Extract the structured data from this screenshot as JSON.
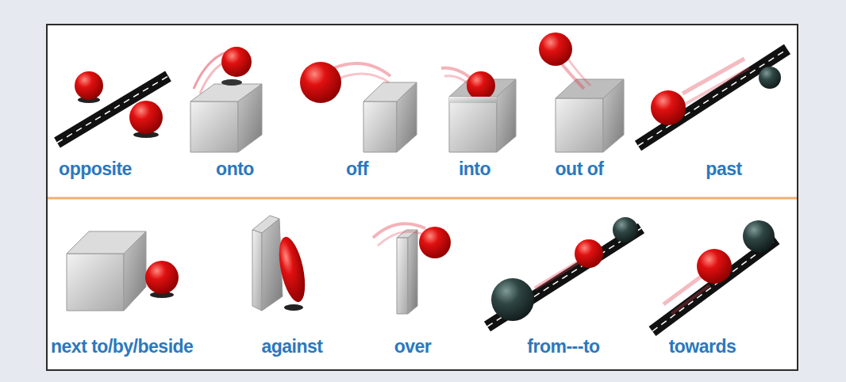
{
  "diagram": {
    "labels": [
      "opposite",
      "onto",
      "off",
      "into",
      "out of",
      "past",
      "next to/by/beside",
      "against",
      "over",
      "from---to",
      "towards"
    ]
  }
}
